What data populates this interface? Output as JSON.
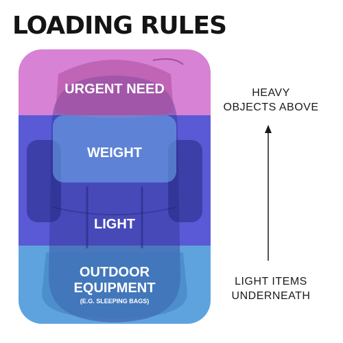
{
  "title": "LOADING RULES",
  "zones": {
    "urgent": "URGENT NEED",
    "weight": "WEIGHT",
    "light": "LIGHT",
    "outdoor_line1": "OUTDOOR",
    "outdoor_line2": "EQUIPMENT",
    "outdoor_note": "(E.G. SLEEPING BAGS)"
  },
  "side": {
    "top_line1": "HEAVY",
    "top_line2": "OBJECTS ABOVE",
    "bottom_line1": "LIGHT ITEMS",
    "bottom_line2": "UNDERNEATH"
  },
  "colors": {
    "top_zone": "#d782d4",
    "middle_zone": "#5a5ad6",
    "bottom_zone": "#5fa3de",
    "backpack": "#2a2f8c",
    "title_text": "#141414"
  },
  "icons": {
    "background": "backpack-silhouette",
    "direction": "up-arrow-icon"
  }
}
